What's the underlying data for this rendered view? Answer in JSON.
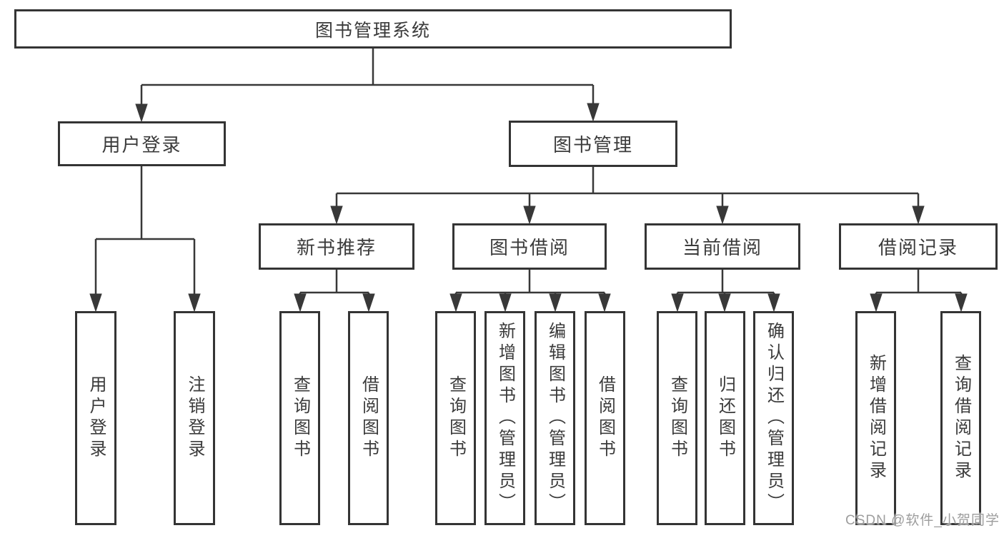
{
  "diagram": {
    "root": {
      "label": "图书管理系统"
    },
    "level2": {
      "user_login": {
        "label": "用户登录"
      },
      "book_mgmt": {
        "label": "图书管理"
      }
    },
    "level3": {
      "new_books": {
        "label": "新书推荐"
      },
      "book_borrow": {
        "label": "图书借阅"
      },
      "current_borrow": {
        "label": "当前借阅"
      },
      "borrow_records": {
        "label": "借阅记录"
      }
    },
    "leaves": {
      "user_login": {
        "label": "用户登录"
      },
      "logout": {
        "label": "注销登录"
      },
      "rec_query_books": {
        "label": "查询图书"
      },
      "rec_borrow_books": {
        "label": "借阅图书"
      },
      "bb_query_books": {
        "label": "查询图书"
      },
      "bb_add_books": {
        "label": "新增图书（管理员）"
      },
      "bb_edit_books": {
        "label": "编辑图书（管理员）"
      },
      "bb_borrow_books": {
        "label": "借阅图书"
      },
      "cb_query_books": {
        "label": "查询图书"
      },
      "cb_return_books": {
        "label": "归还图书"
      },
      "cb_confirm_return": {
        "label": "确认归还（管理员）"
      },
      "br_add_record": {
        "label": "新增借阅记录"
      },
      "br_query_record": {
        "label": "查询借阅记录"
      }
    },
    "watermark": {
      "text": "CSDN @软件_小贺同学"
    },
    "colors": {
      "line": "#383838",
      "box_border": "#343434",
      "text": "#3b3b3b",
      "watermark": "#9d9d9d",
      "background": "#ffffff"
    }
  }
}
